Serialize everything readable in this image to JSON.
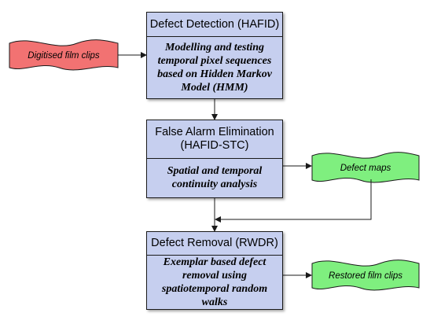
{
  "stages": [
    {
      "id": "detection",
      "title_lines": [
        "Defect Detection (HAFID)"
      ],
      "description": "Modelling and testing temporal pixel sequences based on Hidden Markov Model (HMM)"
    },
    {
      "id": "false-alarm",
      "title_lines": [
        "False Alarm Elimination",
        "(HAFID-STC)"
      ],
      "description": "Spatial and temporal continuity analysis"
    },
    {
      "id": "removal",
      "title_lines": [
        "Defect Removal (RWDR)"
      ],
      "description": "Exemplar based defect removal using spatiotemporal random walks"
    }
  ],
  "inputs": {
    "film_clips": {
      "label": "Digitised film clips",
      "color": "#f27272"
    }
  },
  "outputs": {
    "defect_maps": {
      "label": "Defect maps",
      "color": "#7fef7f"
    },
    "restored_clips": {
      "label": "Restored film clips",
      "color": "#7fef7f"
    }
  },
  "colors": {
    "box_fill": "#c6cfef",
    "line": "#1a1a1a"
  }
}
